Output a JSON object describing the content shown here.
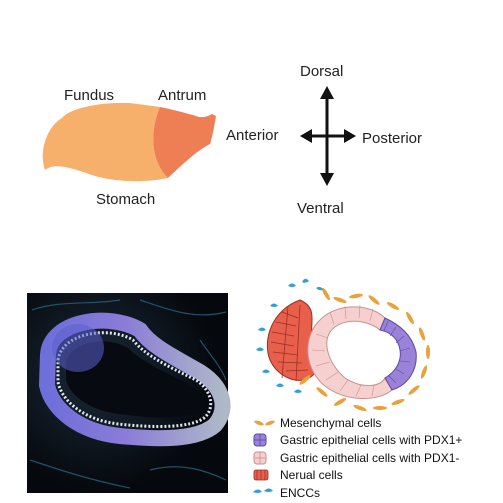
{
  "stomach": {
    "labels": {
      "fundus": "Fundus",
      "antrum": "Antrum",
      "stomach": "Stomach"
    },
    "colors": {
      "fundus": "#f7b06c",
      "antrum": "#ee7f55"
    }
  },
  "axes": {
    "dorsal": "Dorsal",
    "ventral": "Ventral",
    "anterior": "Anterior",
    "posterior": "Posterior"
  },
  "legend": {
    "items": [
      {
        "icon": "mesenchymal-cell-icon",
        "label": "Mesenchymal cells",
        "color": "#e9a13b"
      },
      {
        "icon": "pdx1-positive-cell-icon",
        "label": "Gastric epithelial cells with PDX1+",
        "color": "#9b82d9"
      },
      {
        "icon": "pdx1-negative-cell-icon",
        "label": "Gastric epithelial cells with PDX1-",
        "color": "#f6cfcf"
      },
      {
        "icon": "neural-cell-icon",
        "label": "Nerual cells",
        "color": "#e8604c"
      },
      {
        "icon": "encc-icon",
        "label": "ENCCs",
        "color": "#2f9fd6"
      }
    ]
  }
}
